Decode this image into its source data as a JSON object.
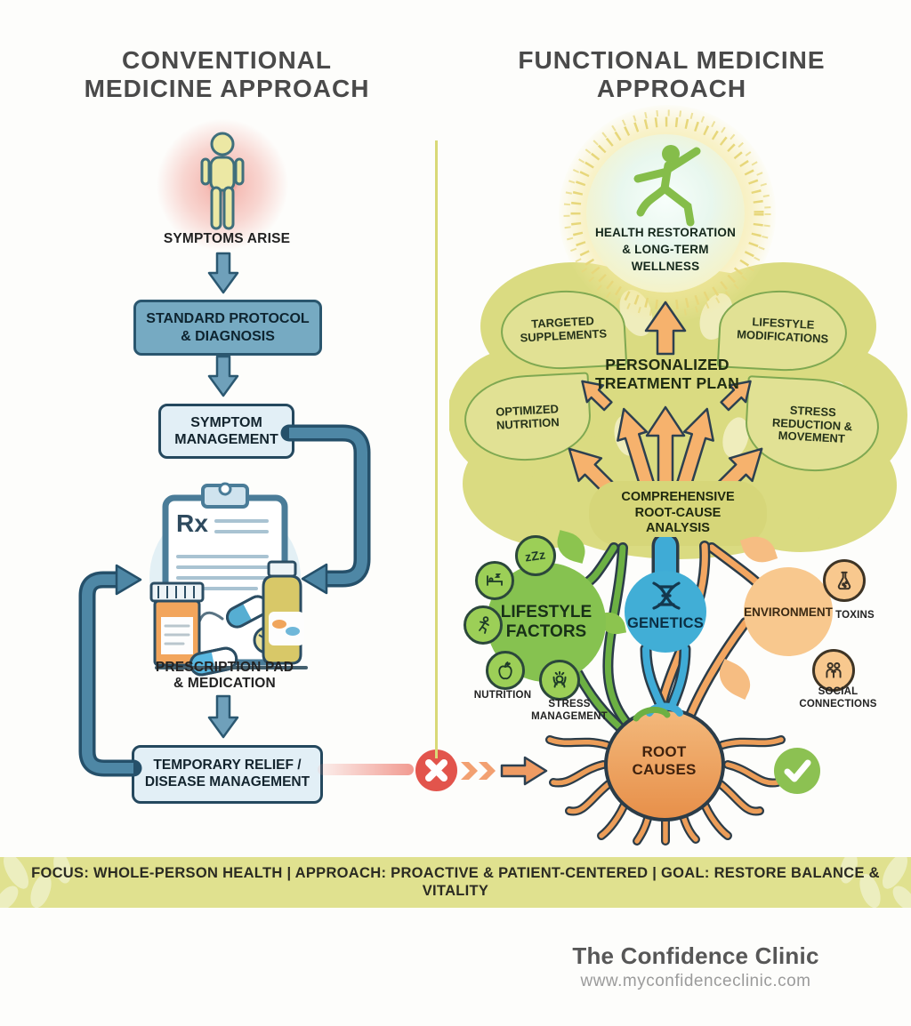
{
  "left": {
    "title": "CONVENTIONAL\nMEDICINE APPROACH",
    "symptoms_label": "SYMPTOMS ARISE",
    "box_protocol": "STANDARD PROTOCOL\n& DIAGNOSIS",
    "box_symptom": "SYMPTOM\nMANAGEMENT",
    "rx_label": "Rx",
    "pad_label": "PRESCRIPTION PAD\n& MEDICATION",
    "box_relief": "TEMPORARY RELIEF /\nDISEASE MANAGEMENT"
  },
  "right": {
    "title": "FUNCTIONAL MEDICINE\nAPPROACH",
    "wellness_label": "HEALTH RESTORATION\n& LONG-TERM\nWELLNESS",
    "leaf_supplements": "TARGETED\nSUPPLEMENTS",
    "leaf_lifestyle": "LIFESTYLE\nMODIFICATIONS",
    "leaf_nutrition": "OPTIMIZED\nNUTRITION",
    "leaf_stress": "STRESS\nREDUCTION &\nMOVEMENT",
    "plan_label": "PERSONALIZED\nTREATMENT PLAN",
    "analysis_label": "COMPREHENSIVE\nROOT-CAUSE\nANALYSIS",
    "lifestyle_label": "LIFESTYLE\nFACTORS",
    "genetics_label": "GENETICS",
    "environment_label": "ENVIRONMENT",
    "sleep_zzz": "zZz",
    "nutrition_label": "NUTRITION",
    "stress_mgmt_label": "STRESS\nMANAGEMENT",
    "toxins_label": "TOXINS",
    "social_label": "SOCIAL\nCONNECTIONS",
    "root_causes_label": "ROOT\nCAUSES"
  },
  "banner": {
    "text": "FOCUS: WHOLE-PERSON HEALTH  |  APPROACH: PROACTIVE & PATIENT-CENTERED  |  GOAL: RESTORE BALANCE & VITALITY"
  },
  "footer": {
    "brand": "The Confidence Clinic",
    "website": "www.myconfidenceclinic.com"
  },
  "colors": {
    "steel_blue": "#4e87a5",
    "box_dark_fill": "#76aac2",
    "box_light_fill": "#e2eff6",
    "canopy_olive": "#dadb81",
    "analysis_olive": "#d6d679",
    "green": "#86c250",
    "blue": "#41aed6",
    "orange": "#f6b26d",
    "root_orange": "#ec9d58",
    "fail_red": "#e2544c",
    "check_green": "#8cc152",
    "banner_bg": "#e0e18f"
  }
}
